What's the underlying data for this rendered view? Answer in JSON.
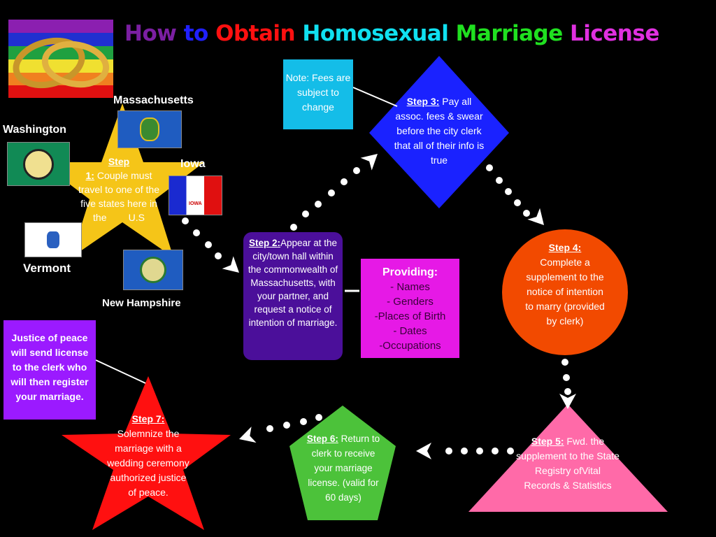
{
  "title": {
    "w1": "How",
    "w2": "to",
    "w3": "Obtain",
    "w4": "Homosexual",
    "w5": "Marriage",
    "w6": "License"
  },
  "colors": {
    "how": "#7b1fa2",
    "to": "#2020ff",
    "obtain": "#ff1010",
    "homosexual": "#10e0f0",
    "marriage": "#20e020",
    "license": "#e030e0"
  },
  "states": {
    "massachusetts": "Massachusetts",
    "washington": "Washington",
    "iowa": "Iowa",
    "iowa_flag_text": "IOWA",
    "vermont": "Vermont",
    "new_hampshire": "New Hampshire"
  },
  "step1": {
    "head": "Step",
    "num": "1:",
    "text1": "Couple",
    "text2": "must travel to one of the five states here in the        U.S"
  },
  "step2": {
    "head": "Step 2:",
    "text1": "Appear at",
    "text2": "the city/town hall within the commonwealth of Massachusetts, with your partner, and request a notice of intention of marriage."
  },
  "providing": {
    "head": "Providing:",
    "items": [
      "- Names",
      "- Genders",
      "-Places of Birth",
      "- Dates",
      "-Occupations"
    ]
  },
  "note": {
    "text": "Note: Fees are subject to change"
  },
  "step3": {
    "head": "Step 3:",
    "text1": " Pay all",
    "text2": "assoc. fees & swear before the city clerk that all of their info is true"
  },
  "step4": {
    "head": "Step 4:",
    "text": "Complete a supplement to the notice of intention to marry (provided by clerk)"
  },
  "step5": {
    "head": "Step 5:",
    "text1": " Fwd. the",
    "text2": "supplement to the State Registry ofVital Records & Statistics"
  },
  "step6": {
    "head": "Step 6:",
    "text1": " Return",
    "text2": "to clerk to receive your marriage license. (valid for 60 days)"
  },
  "step7": {
    "head": "Step 7:",
    "text": "Solemnize the marriage with a wedding ceremony authorized justice of peace."
  },
  "justice": {
    "text": "Justice of peace will send license to the clerk who will then register your marriage."
  }
}
